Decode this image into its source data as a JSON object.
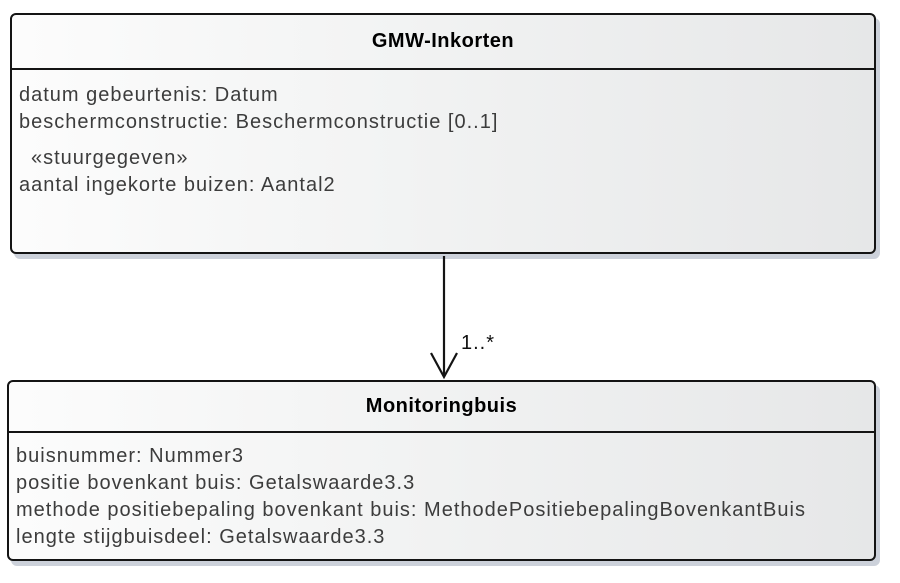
{
  "diagram": {
    "type": "uml-class-diagram",
    "background_color": "#ffffff"
  },
  "classes": [
    {
      "name": "GMW-Inkorten",
      "attributes": [
        "datum gebeurtenis: Datum",
        "beschermconstructie: Beschermconstructie [0..1]"
      ],
      "stereotype": "«stuurgegeven»",
      "stereotyped_attributes": [
        "aantal ingekorte buizen: Aantal2"
      ]
    },
    {
      "name": "Monitoringbuis",
      "attributes": [
        "buisnummer: Nummer3",
        "positie bovenkant buis: Getalswaarde3.3",
        "methode positiebepaling bovenkant buis: MethodePositiebepalingBovenkantBuis",
        "lengte stijgbuisdeel: Getalswaarde3.3"
      ]
    }
  ],
  "association": {
    "source": "GMW-Inkorten",
    "target": "Monitoringbuis",
    "target_multiplicity": "1..*",
    "arrow_style": "open-arrowhead"
  },
  "colors": {
    "box_fill_left": "#fcfcfc",
    "box_fill_right": "#e6e7e8",
    "box_border": "#141414",
    "box_shadow": "#ccd1da",
    "title_text": "#000000",
    "attribute_text": "#3c3c3c",
    "line_color": "#141414"
  }
}
